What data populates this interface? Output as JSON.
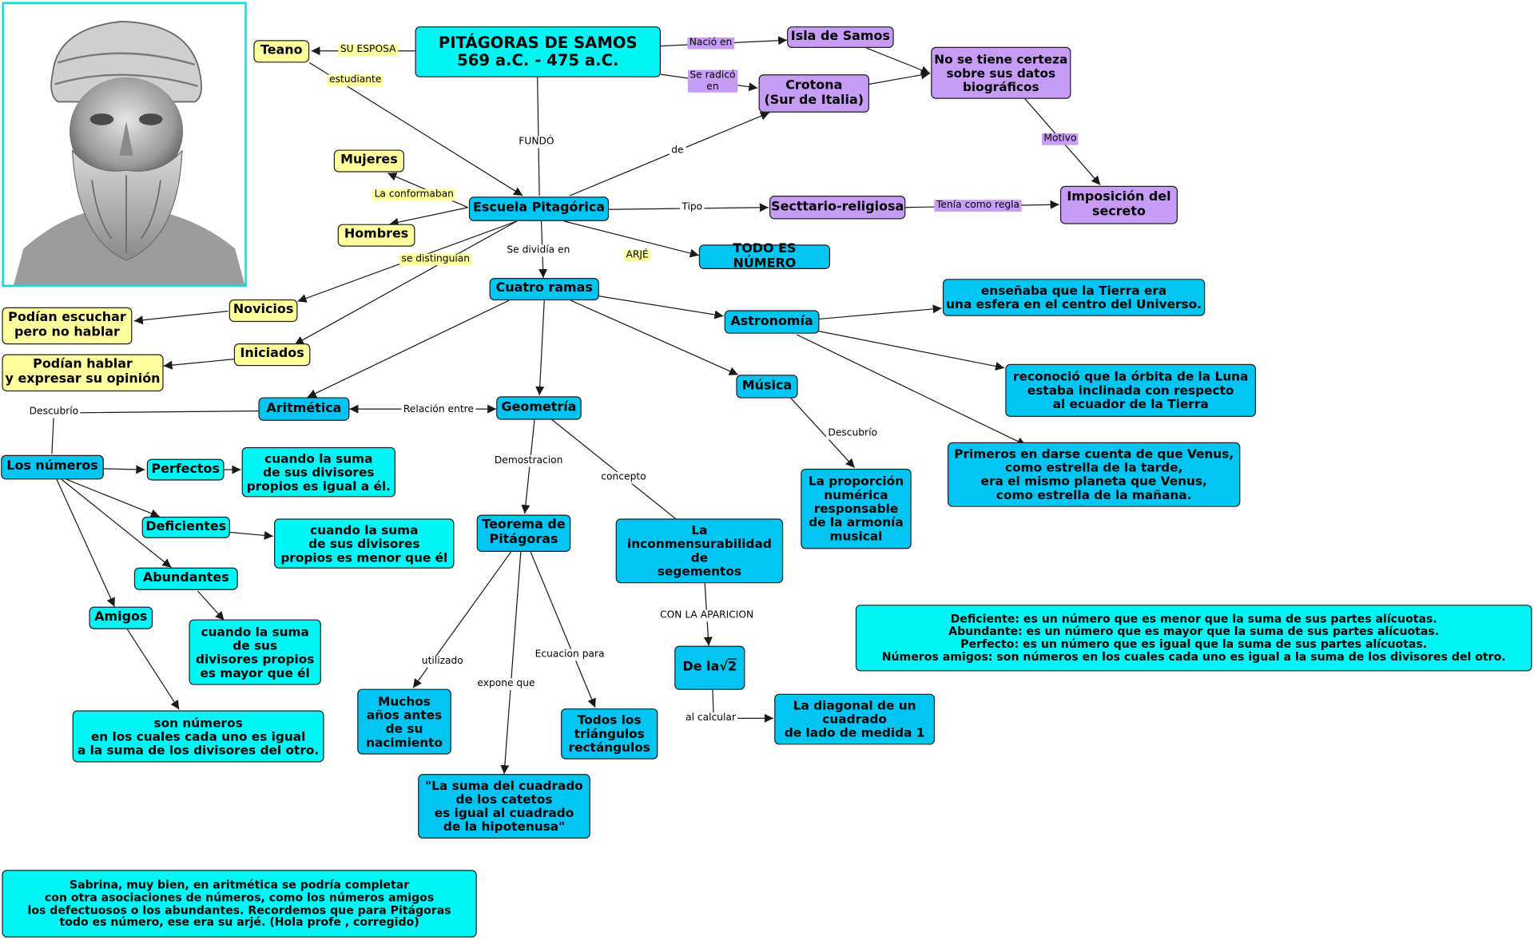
{
  "title": "PITÁGORAS DE SAMOS\n569 a.C. - 475 a.C.",
  "portrait": {
    "description_icon": "bust-portrait-icon"
  },
  "nodes": {
    "teano": "Teano",
    "isla_samos": "Isla de Samos",
    "crotona": "Crotona\n(Sur de Italia)",
    "no_certeza": "No se tiene certeza\nsobre sus datos\nbiográficos",
    "imposicion": "Imposición del\nsecreto",
    "mujeres": "Mujeres",
    "hombres": "Hombres",
    "escuela": "Escuela Pitagórica",
    "sectario": "Secttario-religiosa",
    "todo_numero": "TODO ES NÚMERO",
    "cuatro_ramas": "Cuatro ramas",
    "novicios": "Novicios",
    "iniciados": "Iniciados",
    "podian_escuchar": "Podían escuchar\npero no hablar",
    "podian_hablar": "Podían hablar\ny expresar su opinión",
    "astronomia": "Astronomía",
    "tierra_esfera": "enseñaba que la Tierra era\nuna esfera en el centro del Universo.",
    "orbita_luna": "reconoció que la órbita de la Luna\nestaba inclinada con respecto\nal ecuador de la Tierra",
    "venus": "Primeros en darse cuenta de que Venus,\ncomo estrella de la tarde,\nera el mismo planeta que Venus,\ncomo estrella de la mañana.",
    "musica": "Música",
    "proporcion": "La proporción\nnumérica\nresponsable\nde la armonía\nmusical",
    "aritmetica": "Aritmética",
    "geometria": "Geometría",
    "los_numeros": "Los números",
    "perfectos": "Perfectos",
    "perfectos_def": "cuando la suma\nde sus divisores\npropios es igual a él.",
    "deficientes": "Deficientes",
    "deficientes_def": "cuando la suma\nde sus divisores\npropios es menor que él",
    "abundantes": "Abundantes",
    "abundantes_def": "cuando la suma\nde sus\ndivisores propios\nes mayor que él",
    "amigos": "Amigos",
    "amigos_def": "son números\nen los cuales cada uno es igual\na la suma de los divisores del otro.",
    "teorema": "Teorema de\nPitágoras",
    "muchos_anos": "Muchos\naños antes\nde su\nnacimiento",
    "suma_cuadrado": "\"La suma del cuadrado\nde los catetos\nes igual al cuadrado\nde la hipotenusa\"",
    "todos_triangulos": "Todos los\ntriángulos\nrectángulos",
    "inconmensurabilidad": "La\ninconmensurabilidad\nde\nsegementos",
    "de_la": "De la",
    "sqrt_symbol": "√",
    "sqrt_value": "2",
    "diagonal": "La diagonal de un\ncuadrado\nde lado de medida 1",
    "definiciones": "Deficiente: es un número que es menor que la suma de sus partes alícuotas.\nAbundante: es un número que es mayor que la suma de sus partes alícuotas.\nPerfecto: es un número que es igual que la suma de sus partes alícuotas.\nNúmeros amigos: son números en los cuales cada uno es igual a la suma de los divisores del otro.",
    "comentario": "Sabrina, muy bien, en aritmética se podría completar\ncon otra asociaciones de números, como los números  amigos\nlos defectuosos o los abundantes.   Recordemos que para  Pitágoras\ntodo es número, ese era su arjé. (Hola profe , corregido)"
  },
  "labels": {
    "su_esposa": "SU ESPOSA",
    "estudiante": "estudiante",
    "nacio_en": "Nació en",
    "se_radico_en": "Se radicó\nen",
    "fundo": "FUNDÓ",
    "de": "de",
    "motivo": "Motivo",
    "la_conformaban": "La conformaban",
    "tipo": "Tipo",
    "tenia_como_regla": "Tenía como regla",
    "se_distinguian": "se distinguían",
    "se_dividia_en": "Se dividía en",
    "arje": "ARJÉ",
    "descubrio_1": "Descubrío",
    "relacion_entre": "Relación entre",
    "demostracion": "Demostracion",
    "concepto": "concepto",
    "descubrio_2": "Descubrío",
    "con_la_aparicion": "CON LA APARICION",
    "utilizado": "utilizado",
    "expone_que": "expone que",
    "ecuacion_para": "Ecuacion para",
    "al_calcular": "al calcular"
  },
  "colors": {
    "main_blue": "#00c4f2",
    "cyan": "#00f5f5",
    "yellow": "#ffff9e",
    "purple": "#c79cf6",
    "line": "#1a1a1a"
  }
}
